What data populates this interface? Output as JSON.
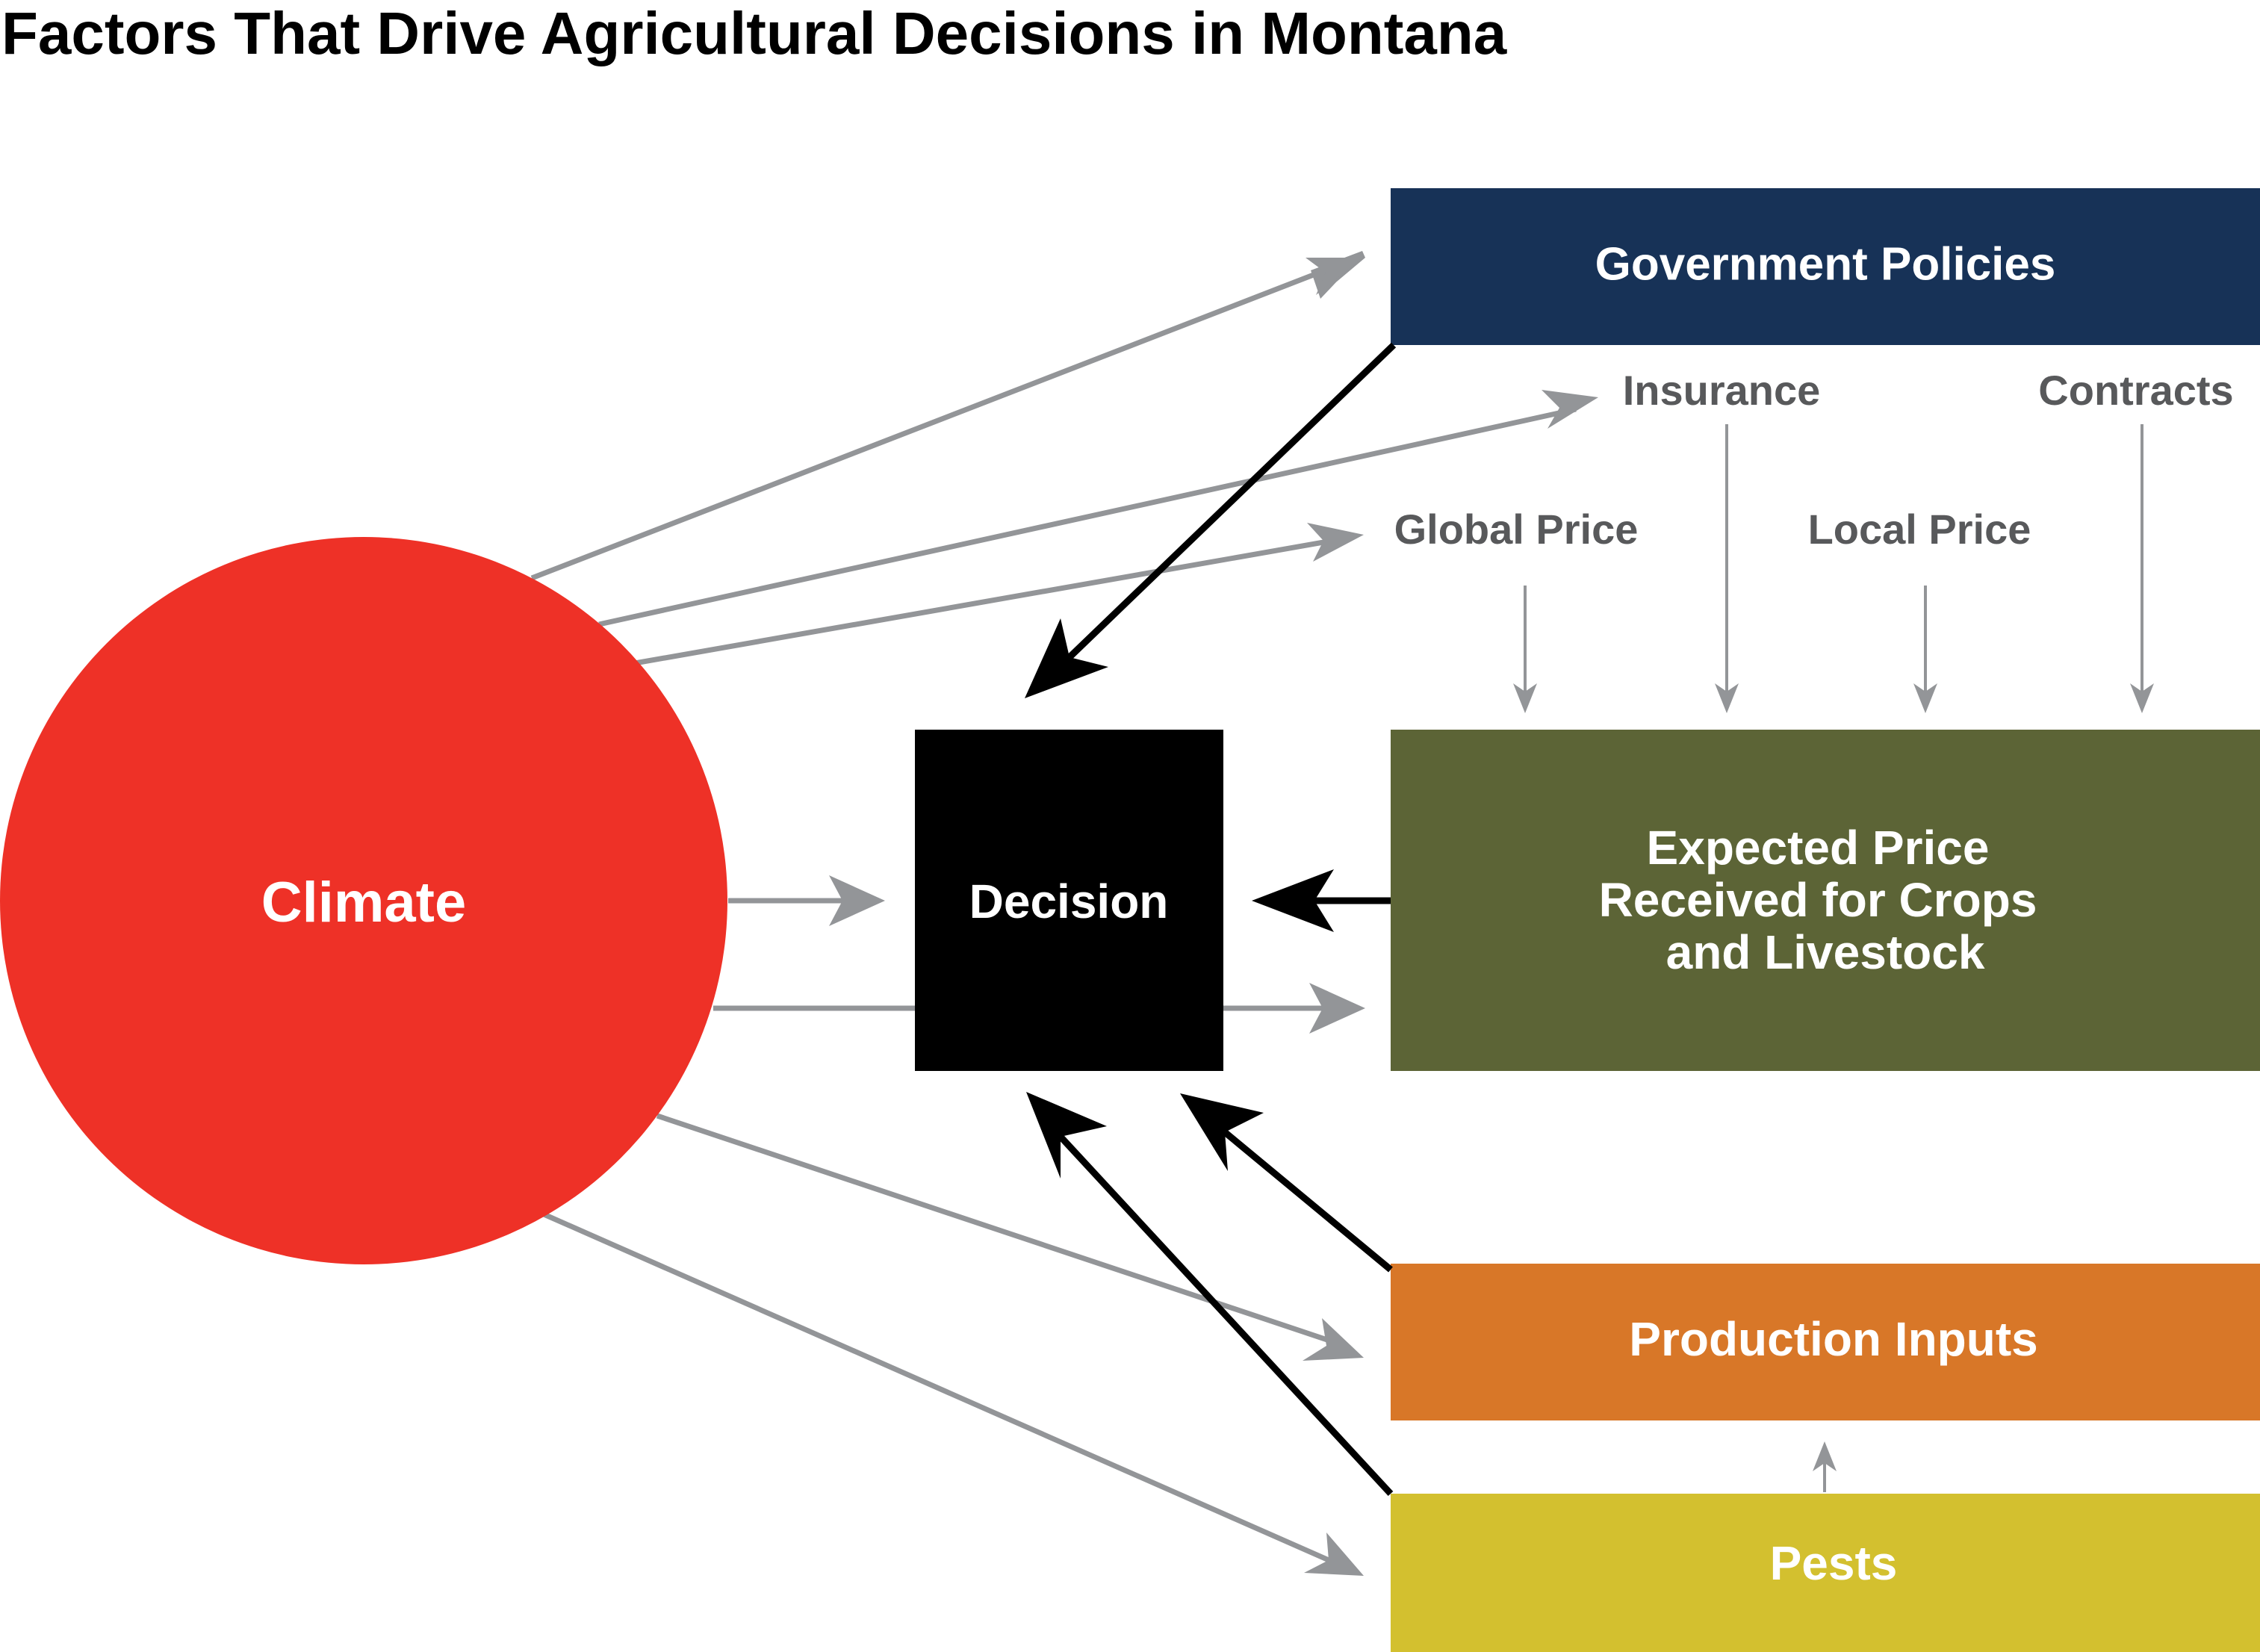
{
  "title": "Factors That Drive Agricultural Decisions in Montana",
  "colors": {
    "climate": "#ee3127",
    "decision": "#000000",
    "government": "#173257",
    "expected_price": "#5c6436",
    "production_inputs": "#d87728",
    "pests": "#d3c02f",
    "gray_arrow": "#939598",
    "black_arrow": "#000000",
    "factor_text": "#58595b"
  },
  "nodes": {
    "climate": {
      "label": "Climate"
    },
    "decision": {
      "label": "Decision"
    },
    "government": {
      "label": "Government Policies"
    },
    "expected_price": {
      "lines": [
        "Expected Price",
        "Received for Crops",
        "and Livestock"
      ]
    },
    "production_inputs": {
      "label": "Production Inputs"
    },
    "pests": {
      "label": "Pests"
    }
  },
  "factors": {
    "insurance": "Insurance",
    "contracts": "Contracts",
    "global_price": "Global Price",
    "local_price": "Local Price"
  }
}
